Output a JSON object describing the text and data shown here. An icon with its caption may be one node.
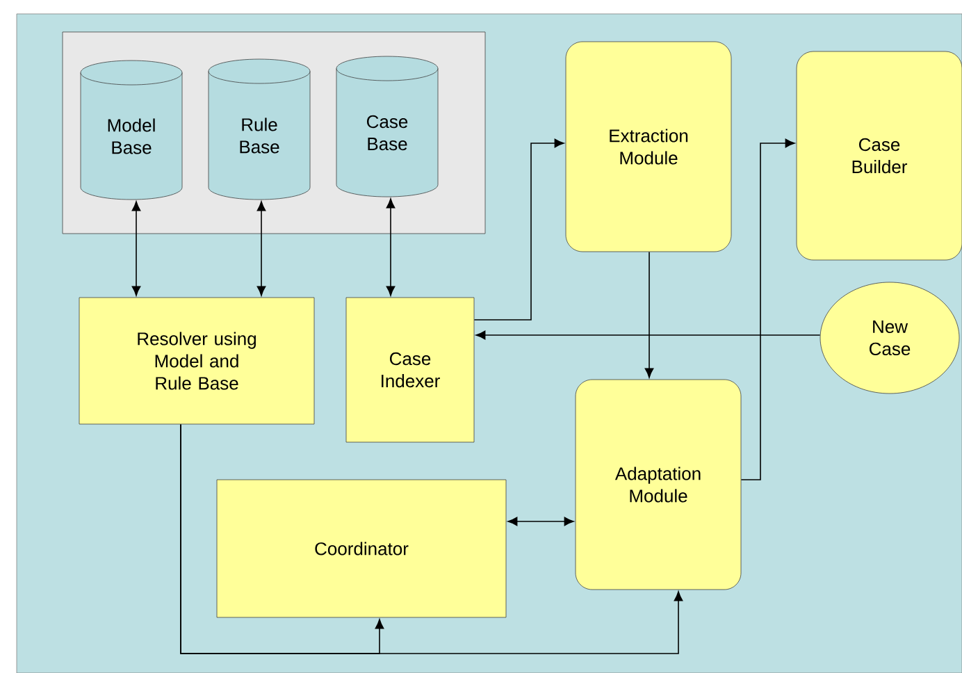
{
  "diagram": {
    "nodes": [
      {
        "text": [],
        "shape": "box"
      },
      {
        "text": [
          "Model Base"
        ],
        "in": 0
      },
      {
        "text": [
          "Rule Base"
        ],
        "in": 0
      },
      {
        "text": [
          "Case Base"
        ],
        "in": 0
      },
      {
        "text": [
          "Resolver using Model and Rule Base"
        ]
      },
      {
        "text": [
          "Case Indexer"
        ]
      },
      {
        "text": [
          "Extraction Module"
        ]
      },
      {
        "text": [
          "Case Builder"
        ]
      },
      {
        "text": [
          "New Case"
        ]
      },
      {
        "text": [
          "Adaptation Module"
        ]
      },
      {
        "text": [
          "Coordinator"
        ]
      }
    ],
    "edges": [
      {
        "from": 1,
        "to": 4,
        "arrow": "both"
      },
      {
        "from": 2,
        "to": 4,
        "arrow": "both"
      },
      {
        "from": 3,
        "to": 5,
        "arrow": "both"
      },
      {
        "from": 5,
        "to": 6,
        "arrow": "to"
      },
      {
        "from": 8,
        "to": 5,
        "arrow": "to"
      },
      {
        "from": 6,
        "to": 9,
        "arrow": "to"
      },
      {
        "from": 9,
        "to": 7,
        "arrow": "to"
      },
      {
        "from": 10,
        "to": 9,
        "arrow": "both"
      },
      {
        "from": 4,
        "to": 10,
        "arrow": "to"
      },
      {
        "from": 4,
        "to": 9,
        "arrow": "to"
      }
    ]
  }
}
